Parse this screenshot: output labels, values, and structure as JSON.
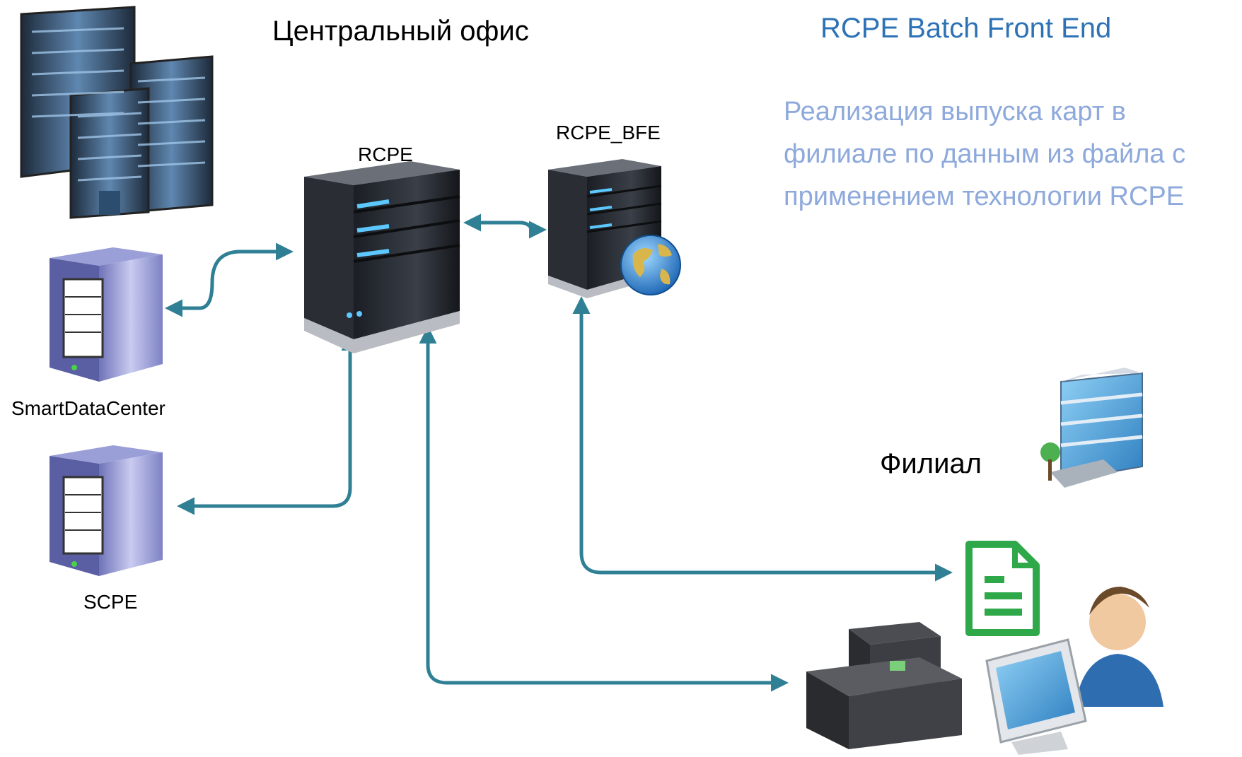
{
  "labels": {
    "central_office": "Центральный офис",
    "title": "RCPE Batch Front End",
    "description": "Реализация выпуска карт в филиале по данным из файла с применением технологии RCPE",
    "rcpe": "RCPE",
    "rcpe_bfe": "RCPE_BFE",
    "smart_data_center": "SmartDataCenter",
    "scpe": "SCPE",
    "branch": "Филиал"
  },
  "icons": [
    "office-buildings-icon",
    "rcpe-server-icon",
    "rcpe-bfe-server-icon",
    "globe-icon",
    "smartdatacenter-server-icon",
    "scpe-server-icon",
    "branch-building-icon",
    "file-icon",
    "card-printer-icon",
    "user-workstation-icon"
  ],
  "colors": {
    "connector": "#2f7f95",
    "title": "#2e72b6",
    "description": "#8ea9db",
    "file": "#2fa84a"
  }
}
